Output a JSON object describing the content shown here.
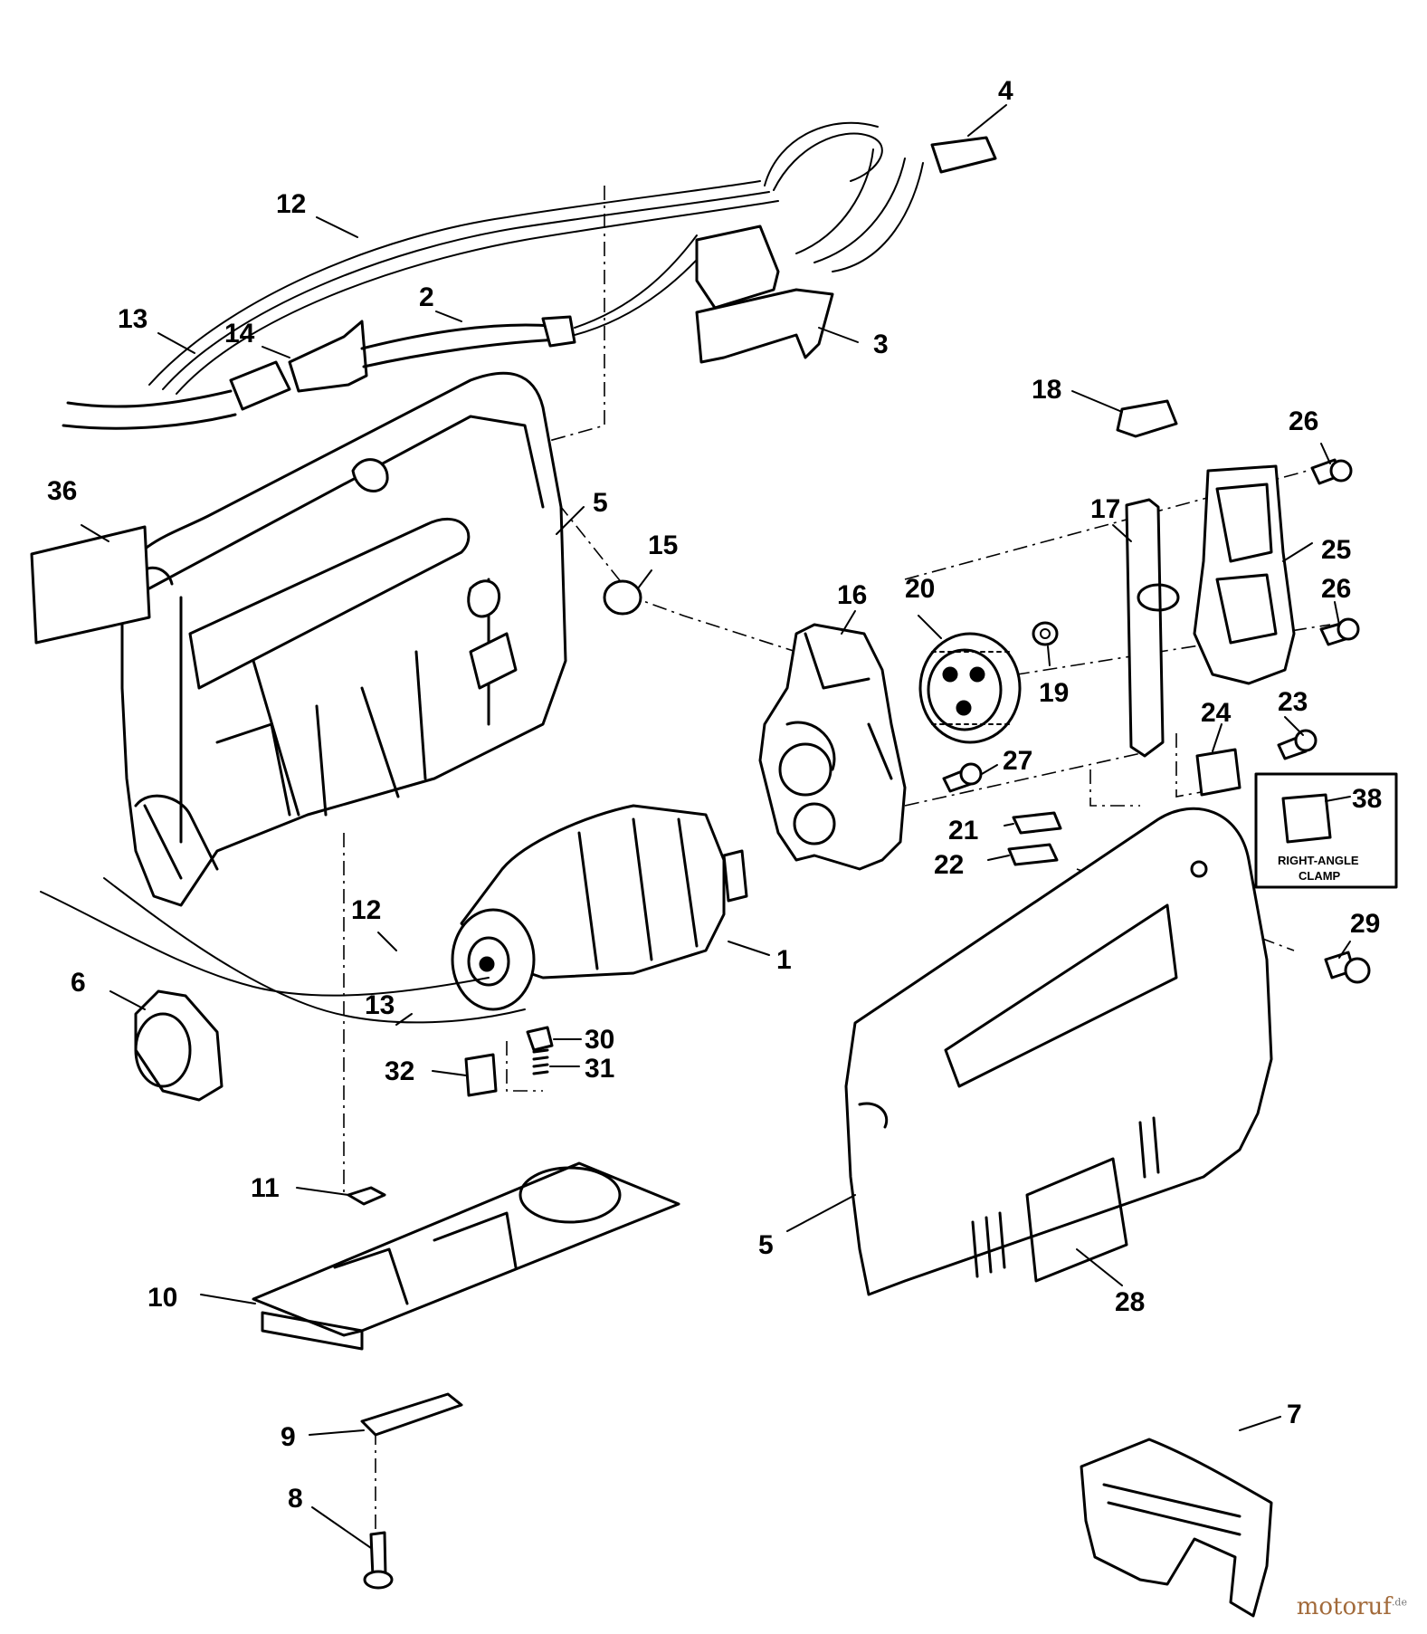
{
  "callouts": [
    {
      "id": "c4",
      "text": "4"
    },
    {
      "id": "c12a",
      "text": "12"
    },
    {
      "id": "c13a",
      "text": "13"
    },
    {
      "id": "c2",
      "text": "2"
    },
    {
      "id": "c14",
      "text": "14"
    },
    {
      "id": "c3",
      "text": "3"
    },
    {
      "id": "c18",
      "text": "18"
    },
    {
      "id": "c26a",
      "text": "26"
    },
    {
      "id": "c36",
      "text": "36"
    },
    {
      "id": "c5a",
      "text": "5"
    },
    {
      "id": "c15",
      "text": "15"
    },
    {
      "id": "c17",
      "text": "17"
    },
    {
      "id": "c25",
      "text": "25"
    },
    {
      "id": "c16",
      "text": "16"
    },
    {
      "id": "c20",
      "text": "20"
    },
    {
      "id": "c26b",
      "text": "26"
    },
    {
      "id": "c19",
      "text": "19"
    },
    {
      "id": "c23",
      "text": "23"
    },
    {
      "id": "c24",
      "text": "24"
    },
    {
      "id": "c27",
      "text": "27"
    },
    {
      "id": "c38",
      "text": "38"
    },
    {
      "id": "c21",
      "text": "21"
    },
    {
      "id": "c22",
      "text": "22"
    },
    {
      "id": "c12b",
      "text": "12"
    },
    {
      "id": "c1",
      "text": "1"
    },
    {
      "id": "c29",
      "text": "29"
    },
    {
      "id": "c6",
      "text": "6"
    },
    {
      "id": "c13b",
      "text": "13"
    },
    {
      "id": "c30",
      "text": "30"
    },
    {
      "id": "c32",
      "text": "32"
    },
    {
      "id": "c31",
      "text": "31"
    },
    {
      "id": "c11",
      "text": "11"
    },
    {
      "id": "c5b",
      "text": "5"
    },
    {
      "id": "c10",
      "text": "10"
    },
    {
      "id": "c28",
      "text": "28"
    },
    {
      "id": "c9",
      "text": "9"
    },
    {
      "id": "c7",
      "text": "7"
    },
    {
      "id": "c8",
      "text": "8"
    }
  ],
  "inset": {
    "line1": "RIGHT-ANGLE",
    "line2": "CLAMP"
  },
  "brand": {
    "name": "motoruf",
    "suffix": ".de"
  }
}
